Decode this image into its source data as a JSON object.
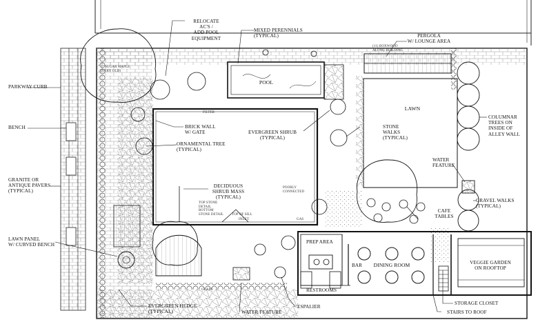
{
  "labels": {
    "relocate": "RELOCATE\nAC's /\nADD POOL\nEQUIPMENT",
    "mixed_perennials": "MIXED PERENNIALS\n(TYPICAL)",
    "pergola": "PERGOLA\nw/ LOUNGE AREA",
    "parkway_curb": "PARKWAY CURB",
    "bench": "BENCH",
    "granite": "GRANITE OR\nANTIQUE PAVERS\n(TYPICAL)",
    "lawn_panel": "LAWN PANEL\nw/ CURVED BENCH",
    "pool": "POOL",
    "lawn": "LAWN",
    "brick_wall": "BRICK WALL\nw/ GATE",
    "ornamental_tree": "ORNAMENTAL TREE\n(TYPICAL)",
    "evergreen_shrub": "EVERGREEN SHRUB\n(TYPICAL)",
    "deciduous": "DECIDUOUS\nSHRUB MASS\n(TYPICAL)",
    "stone_walks": "STONE\nWALKS\n(TYPICAL)",
    "columnar": "COLUMNAR\nTREES ON\nINSIDE OF\nALLEY WALL",
    "water_feature_right": "WATER\nFEATURE",
    "gravel_walks": "GRAVEL WALKS\n(TYPICAL)",
    "cafe_tables": "CAFE\nTABLES",
    "prep_area": "PREP AREA",
    "bar": "BAR",
    "dining_room": "DINING ROOM",
    "restrooms": "RESTROOMS",
    "veggie": "VEGGIE GARDEN\nON ROOFTOP",
    "storage": "STORAGE CLOSET",
    "stairs": "STAIRS TO ROOF",
    "evergreen_hedge": "EVERGREEN HEDGE\n(TYPICAL)",
    "water_feature_bottom": "WATER FEATURE",
    "espalier": "ESPALIER"
  },
  "annotations": {
    "sugar_maple": "3\" SUGAR MAPLE\n(VERY OLD)",
    "boxwood": "(11) BOXWOOD\nALONG BUILDING",
    "filter": "FILTER",
    "top_stone_detail": "TOP STONE\nDETAIL\nBOTTOM\nSTONE DETAIL",
    "inlet": "INLET",
    "top_of_sill": "TOP OF SILL",
    "gas": "GAS",
    "glass": "GLASS",
    "poorly_connected": "POORLY\nCONNECTED"
  },
  "colors": {
    "ink": "#111111",
    "background": "#ffffff",
    "paving": "#c8c8c8"
  }
}
